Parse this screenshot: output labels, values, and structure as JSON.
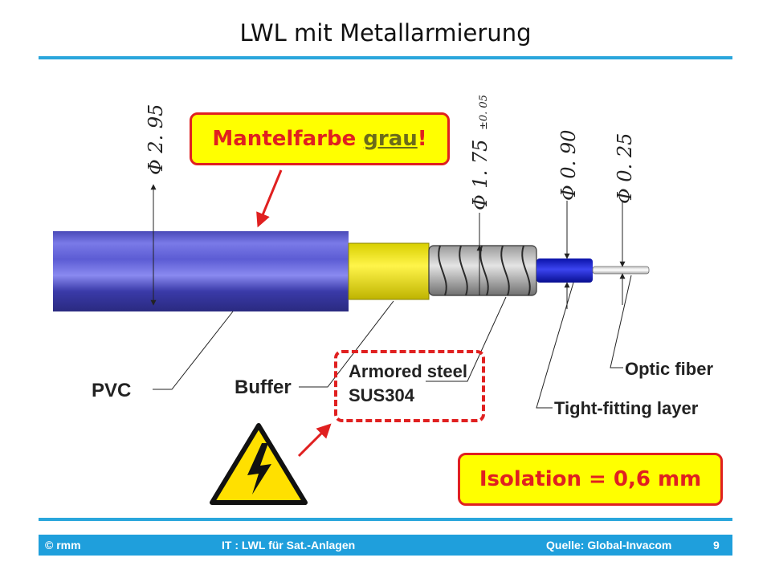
{
  "title": "LWL mit Metallarmierung",
  "callouts": {
    "mantel_prefix": "Mantelfarbe ",
    "mantel_accent": "grau",
    "mantel_suffix": "!",
    "isolation": "Isolation = 0,6 mm"
  },
  "diagram": {
    "dim_295": "Φ 2. 95",
    "dim_175": "Φ 1. 75",
    "dim_tol": "±0. 05",
    "dim_090": "Φ 0. 90",
    "dim_025": "Φ 0. 25",
    "label_pvc": "PVC",
    "label_buffer": "Buffer",
    "label_armored_1": "Armored steel",
    "label_armored_2": "SUS304",
    "label_optic": "Optic fiber",
    "label_tight": "Tight-fitting layer"
  },
  "warning_icon": "high-voltage-warning-icon",
  "colors": {
    "accent_rule": "#2aa6dc",
    "footer_bg": "#1f9fdc",
    "callout_fill": "#ffff00",
    "callout_border": "#e02020",
    "pvc_jacket": "#5a5ad0",
    "buffer": "#f2ea00",
    "inner_fiber": "#1b23d8"
  },
  "footer": {
    "copyright": "© rmm",
    "course": "IT : LWL für Sat.-Anlagen",
    "source": "Quelle: Global-Invacom",
    "page": "9"
  }
}
